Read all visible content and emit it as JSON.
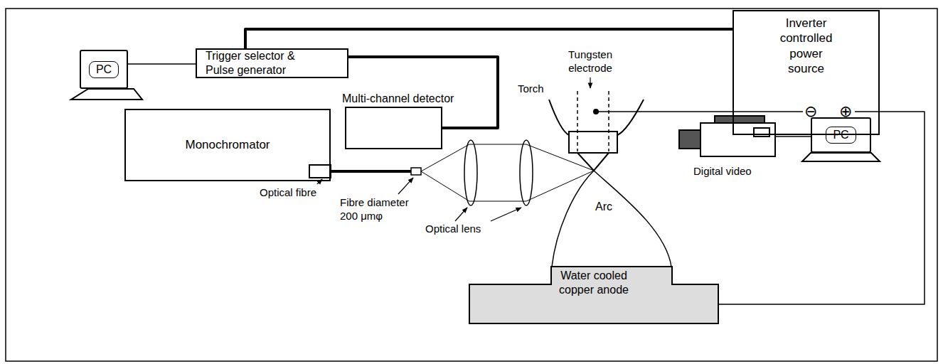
{
  "diagram": {
    "nodes": [
      {
        "text": [
          "PC"
        ]
      },
      {
        "text": [
          "Trigger selector & Pulse generator"
        ]
      },
      {
        "text": [
          "Inverter controlled power source"
        ]
      },
      {
        "text": [
          "Monochromator"
        ]
      },
      {
        "text": [
          "Multi-channel detector"
        ]
      },
      {
        "text": [
          "Arc"
        ]
      },
      {
        "text": [
          "Water cooled copper anode"
        ]
      },
      {
        "text": [
          "PC"
        ]
      }
    ],
    "edges": [
      {
        "from": 0,
        "to": 1,
        "arrow": "none"
      },
      {
        "from": 1,
        "to": 2,
        "arrow": "none"
      },
      {
        "from": 1,
        "to": 4,
        "arrow": "none"
      },
      {
        "from": 2,
        "to": 6,
        "arrow": "none"
      }
    ],
    "labels": [
      "Tungsten electrode",
      "Torch",
      "⊖",
      "⊕",
      "Optical fibre",
      "Fibre diameter 200 μmφ",
      "Optical lens",
      "Digital video"
    ]
  }
}
